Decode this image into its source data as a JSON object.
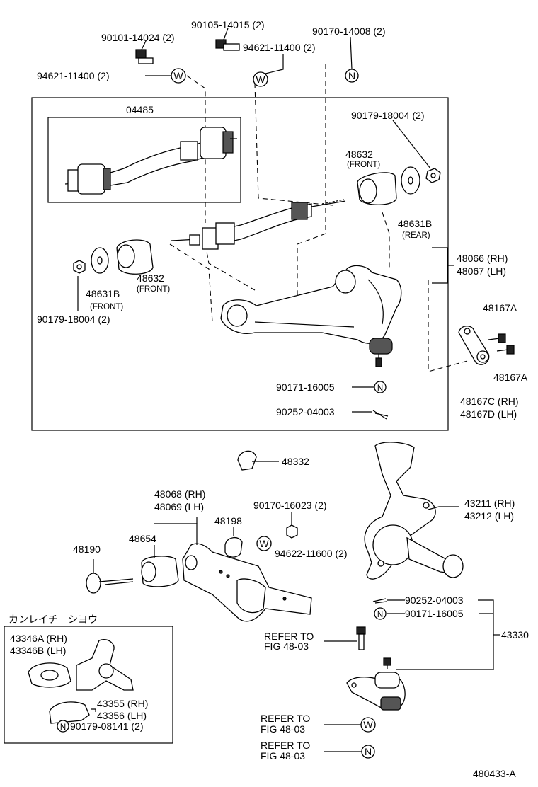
{
  "labels": {
    "p90101_14024": "90101-14024 (2)",
    "p90105_14015": "90105-14015 (2)",
    "p90170_14008": "90170-14008 (2)",
    "p94621_11400_top": "94621-11400 (2)",
    "p94621_11400_left": "94621-11400 (2)",
    "p04485": "04485",
    "p90179_18004_right": "90179-18004 (2)",
    "p48632_right": "48632",
    "front_right": "(FRONT)",
    "p48631B_right": "48631B",
    "rear": "(REAR)",
    "p48632_left": "48632",
    "front_left_1": "(FRONT)",
    "p48631B_left": "48631B",
    "front_left_2": "(FRONT)",
    "p90179_18004_left": "90179-18004 (2)",
    "p48066": "48066 (RH)",
    "p48067": "48067 (LH)",
    "p48167A_top": "48167A",
    "p48167A_bottom": "48167A",
    "p48167C": "48167C (RH)",
    "p48167D": "48167D (LH)",
    "p90171_16005_box": "90171-16005",
    "p90252_04003_box": "90252-04003",
    "p48332": "48332",
    "p48068": "48068 (RH)",
    "p48069": "48069 (LH)",
    "p90170_16023": "90170-16023 (2)",
    "p48198": "48198",
    "p48654": "48654",
    "p48190": "48190",
    "p94622_11600": "94622-11600 (2)",
    "p43211": "43211 (RH)",
    "p43212": "43212 (LH)",
    "p90252_04003": "90252-04003",
    "p90171_16005": "90171-16005",
    "p43330": "43330",
    "refer_to_1": "REFER TO",
    "fig_1": "FIG 48-03",
    "refer_to_2": "REFER TO",
    "fig_2": "FIG 48-03",
    "refer_to_3": "REFER TO",
    "fig_3": "FIG 48-03",
    "jp_heading": "カンレイチ　シヨウ",
    "p43346A": "43346A (RH)",
    "p43346B": "43346B (LH)",
    "p43355": "43355 (RH)",
    "p43356": "43356 (LH)",
    "p90179_08141": "90179-08141 (2)",
    "figure_id": "480433-A"
  },
  "symbols": {
    "W": "W",
    "N": "N"
  }
}
